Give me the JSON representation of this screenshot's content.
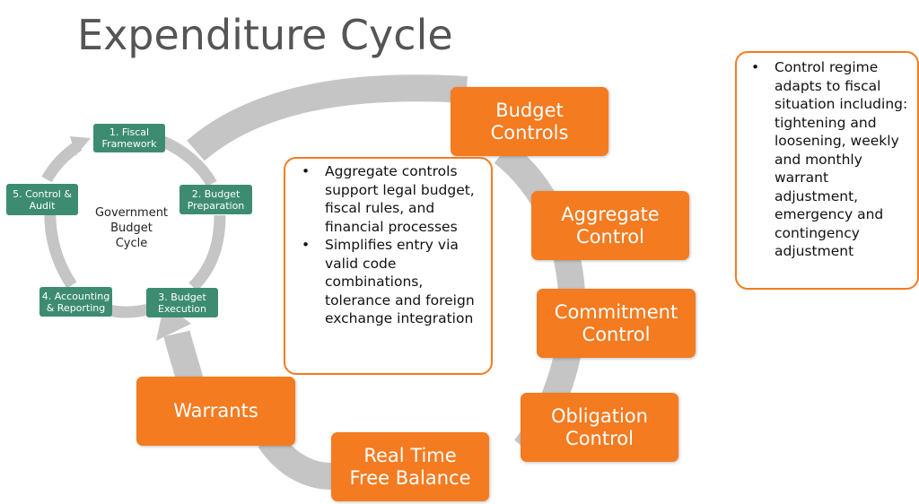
{
  "title": "Expenditure Cycle",
  "colors": {
    "orange": "#f47b20",
    "green": "#3d8c72",
    "arrow_gray": "#c5c5c5"
  },
  "main_cycle": {
    "steps": [
      {
        "id": "budget-controls",
        "label": "Budget\nControls"
      },
      {
        "id": "aggregate-control",
        "label": "Aggregate\nControl"
      },
      {
        "id": "commitment-control",
        "label": "Commitment\nControl"
      },
      {
        "id": "obligation-control",
        "label": "Obligation\nControl"
      },
      {
        "id": "real-time-free-balance",
        "label": "Real Time\nFree Balance"
      },
      {
        "id": "warrants",
        "label": "Warrants"
      }
    ]
  },
  "gov_cycle": {
    "center_label": "Government\nBudget\nCycle",
    "steps": [
      {
        "id": "fiscal-framework",
        "label": "1. Fiscal\nFramework"
      },
      {
        "id": "budget-preparation",
        "label": "2. Budget\nPreparation"
      },
      {
        "id": "budget-execution",
        "label": "3. Budget\nExecution"
      },
      {
        "id": "accounting-reporting",
        "label": "4. Accounting\n& Reporting"
      },
      {
        "id": "control-audit",
        "label": "5. Control &\nAudit"
      }
    ]
  },
  "notes": {
    "center": [
      "Aggregate controls support legal budget, fiscal rules, and financial processes",
      "Simplifies entry via valid code combinations, tolerance and foreign exchange integration"
    ],
    "right": [
      "Control regime adapts to fiscal situation including: tightening and loosening, weekly and monthly warrant adjustment, emergency and contingency adjustment"
    ]
  }
}
